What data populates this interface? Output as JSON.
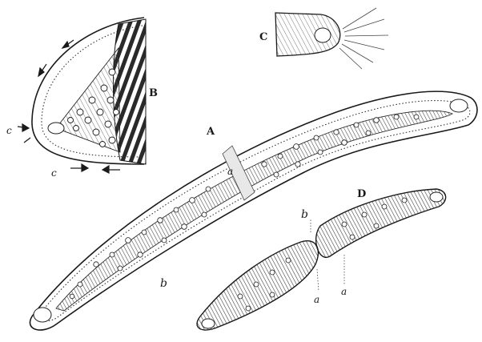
{
  "figure": {
    "labels": {
      "A": "A",
      "B": "B",
      "C": "C",
      "D": "D",
      "a_main": "a",
      "b_main": "b",
      "c_b1": "c",
      "c_b2": "c",
      "b_d": "b",
      "a_d1": "a",
      "a_d2": "a"
    }
  }
}
